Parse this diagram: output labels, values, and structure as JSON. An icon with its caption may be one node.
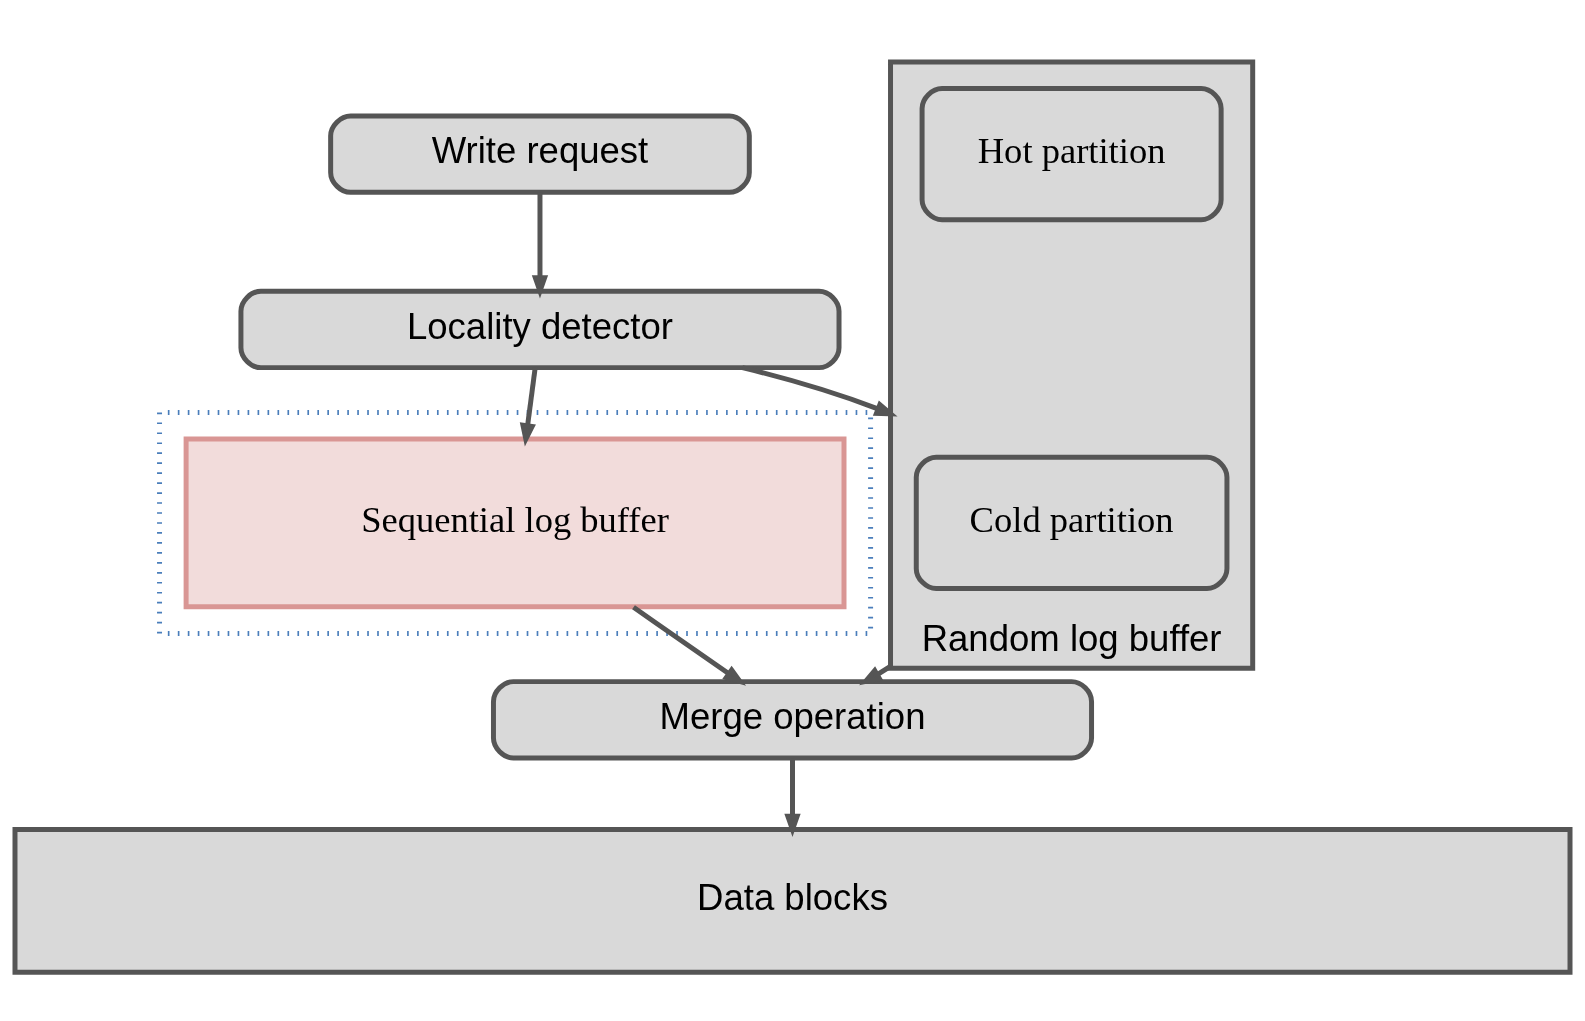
{
  "diagram": {
    "nodes": [
      {
        "text": [
          "Write request"
        ]
      },
      {
        "text": [
          "Locality detector"
        ]
      },
      {
        "text": [
          "Random log buffer"
        ]
      },
      {
        "text": [
          "Cold partition"
        ],
        "in": 2
      },
      {
        "text": [
          "Hot partition"
        ],
        "in": 2
      },
      {
        "text": [],
        "shape": "box"
      },
      {
        "text": [
          "Sequential log buffer"
        ],
        "in": 5
      },
      {
        "text": [
          "Merge operation"
        ]
      },
      {
        "text": [
          "Data blocks"
        ]
      }
    ],
    "edges": [
      {
        "from": 0,
        "to": 1,
        "arrow": "to"
      },
      {
        "from": 1,
        "to": 2,
        "arrow": "to"
      },
      {
        "from": 1,
        "to": 6,
        "arrow": "to"
      },
      {
        "from": 2,
        "to": 7,
        "arrow": "to"
      },
      {
        "from": 6,
        "to": 7,
        "arrow": "to"
      },
      {
        "from": 7,
        "to": 8,
        "arrow": "to"
      }
    ]
  }
}
